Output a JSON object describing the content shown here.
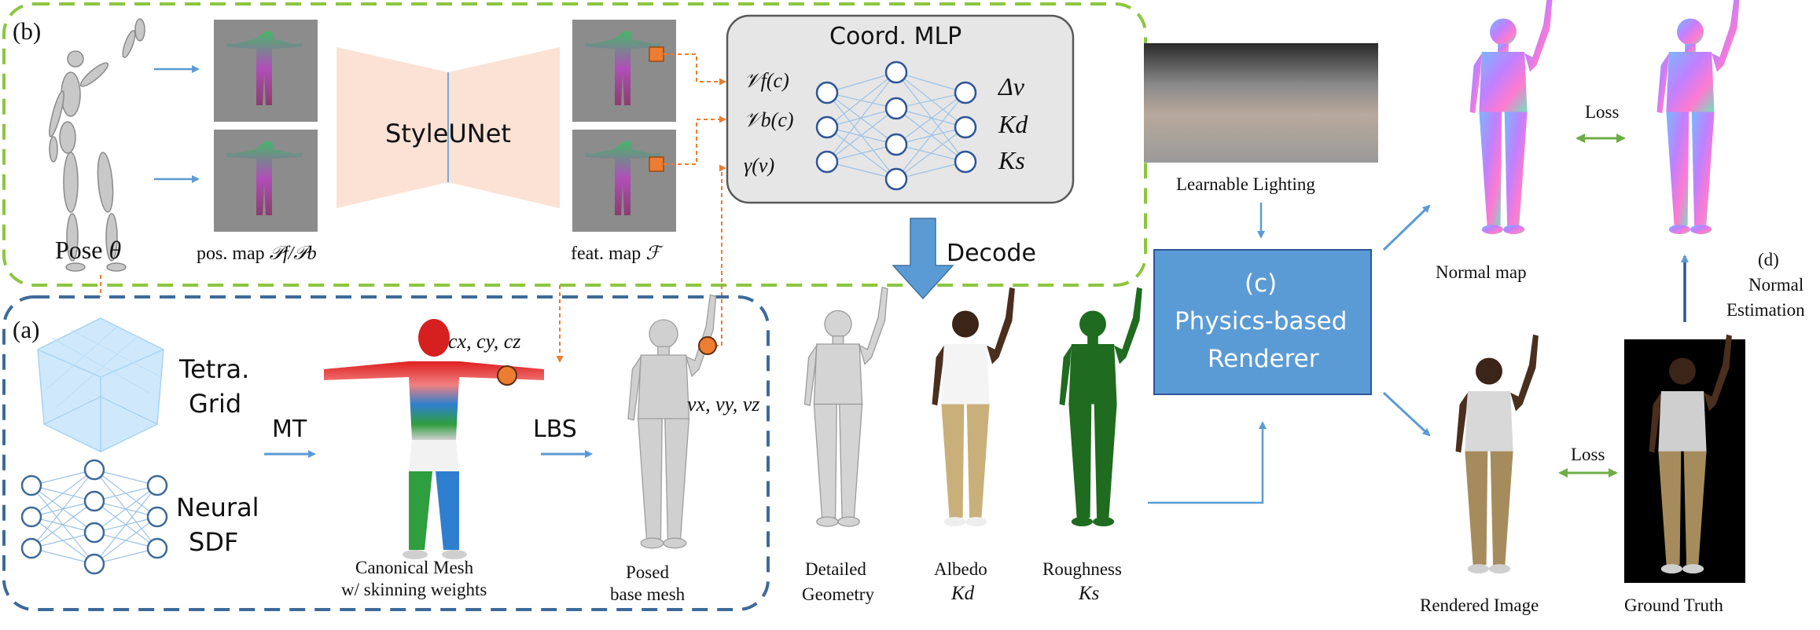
{
  "panels": {
    "b": "(b)",
    "a": "(a)",
    "c_tag": "(c)",
    "c_line1": "Physics-based",
    "c_line2": "Renderer",
    "d_tag": "(d)",
    "d_line1": "Normal",
    "d_line2": "Estimation"
  },
  "panel_b": {
    "pose_prefix": "Pose",
    "pose_symbol": "θ",
    "pos_map_prefix": "pos. map",
    "pos_map_symbol": "𝒫f/𝒫b",
    "styleunet": "StyleUNet",
    "feat_map_prefix": "feat. map",
    "feat_map_symbol": "ℱ",
    "mlp_title": "Coord. MLP",
    "mlp_inputs": [
      "𝒱f(c)",
      "𝒱b(c)",
      "γ(v)"
    ],
    "mlp_outputs": [
      "Δv",
      "Kd",
      "Ks"
    ],
    "decode": "Decode"
  },
  "panel_a": {
    "tetra_line1": "Tetra.",
    "tetra_line2": "Grid",
    "sdf_line1": "Neural",
    "sdf_line2": "SDF",
    "mt": "MT",
    "lbs": "LBS",
    "cxyz": "cx, cy, cz",
    "vxyz": "vx, vy, vz",
    "canonical_line1": "Canonical Mesh",
    "canonical_line2": "w/ skinning weights",
    "posed_line1": "Posed",
    "posed_line2": "base mesh"
  },
  "outputs": {
    "geometry_line1": "Detailed",
    "geometry_line2": "Geometry",
    "albedo_line1": "Albedo",
    "albedo_line2": "Kd",
    "roughness_line1": "Roughness",
    "roughness_line2": "Ks"
  },
  "right": {
    "lighting": "Learnable Lighting",
    "normal_map": "Normal map",
    "rendered": "Rendered Image",
    "ground_truth": "Ground Truth",
    "loss_top": "Loss",
    "loss_bottom": "Loss"
  },
  "colors": {
    "green_dash": "#8cc63f",
    "blue_dash": "#3d6a99",
    "arrow_blue": "#5b9bd5",
    "renderer_fill": "#5b9bd5",
    "peach": "#fbe2d5",
    "orange": "#ed7d31",
    "loss_green": "#70ad47"
  }
}
